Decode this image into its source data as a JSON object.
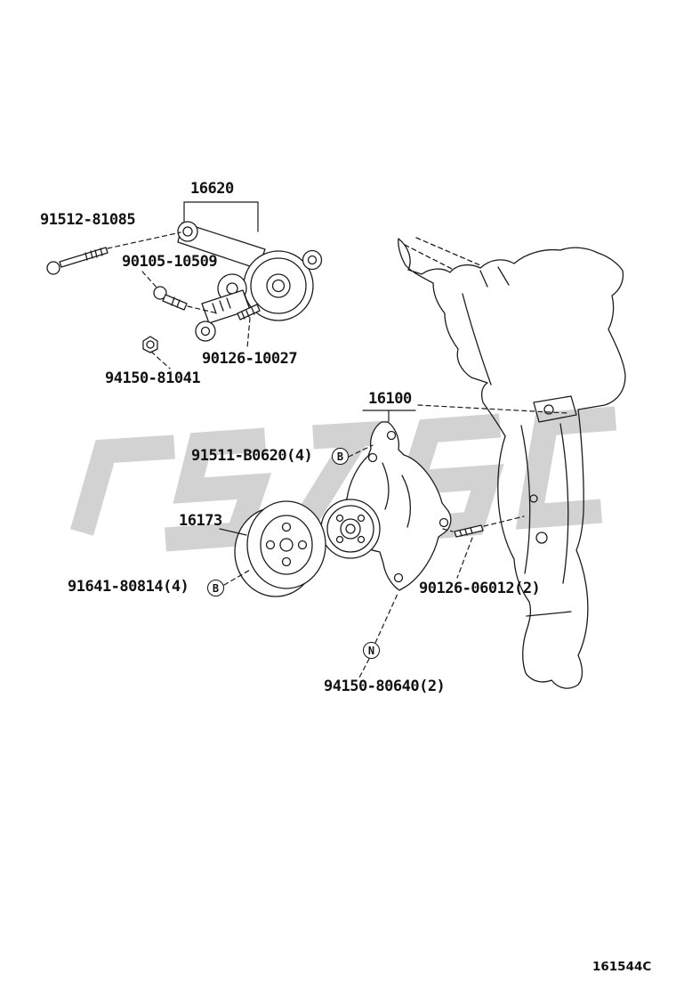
{
  "page": {
    "footer_code": "161544C"
  },
  "colors": {
    "line": "#1c1c1c",
    "watermark": "#d2d2d2",
    "background": "#ffffff"
  },
  "parts": {
    "labels": [
      {
        "text": "16620"
      },
      {
        "text": "91512-81085"
      },
      {
        "text": "90105-10509"
      },
      {
        "text": "90126-10027"
      },
      {
        "text": "94150-81041"
      },
      {
        "text": "16100"
      },
      {
        "text": "91511-B0620(4)"
      },
      {
        "text": "16173"
      },
      {
        "text": "91641-80814(4)"
      },
      {
        "text": "90126-06012(2)"
      },
      {
        "text": "94150-80640(2)"
      }
    ],
    "badges": [
      {
        "letter": "B"
      },
      {
        "letter": "B"
      },
      {
        "letter": "N"
      }
    ]
  }
}
